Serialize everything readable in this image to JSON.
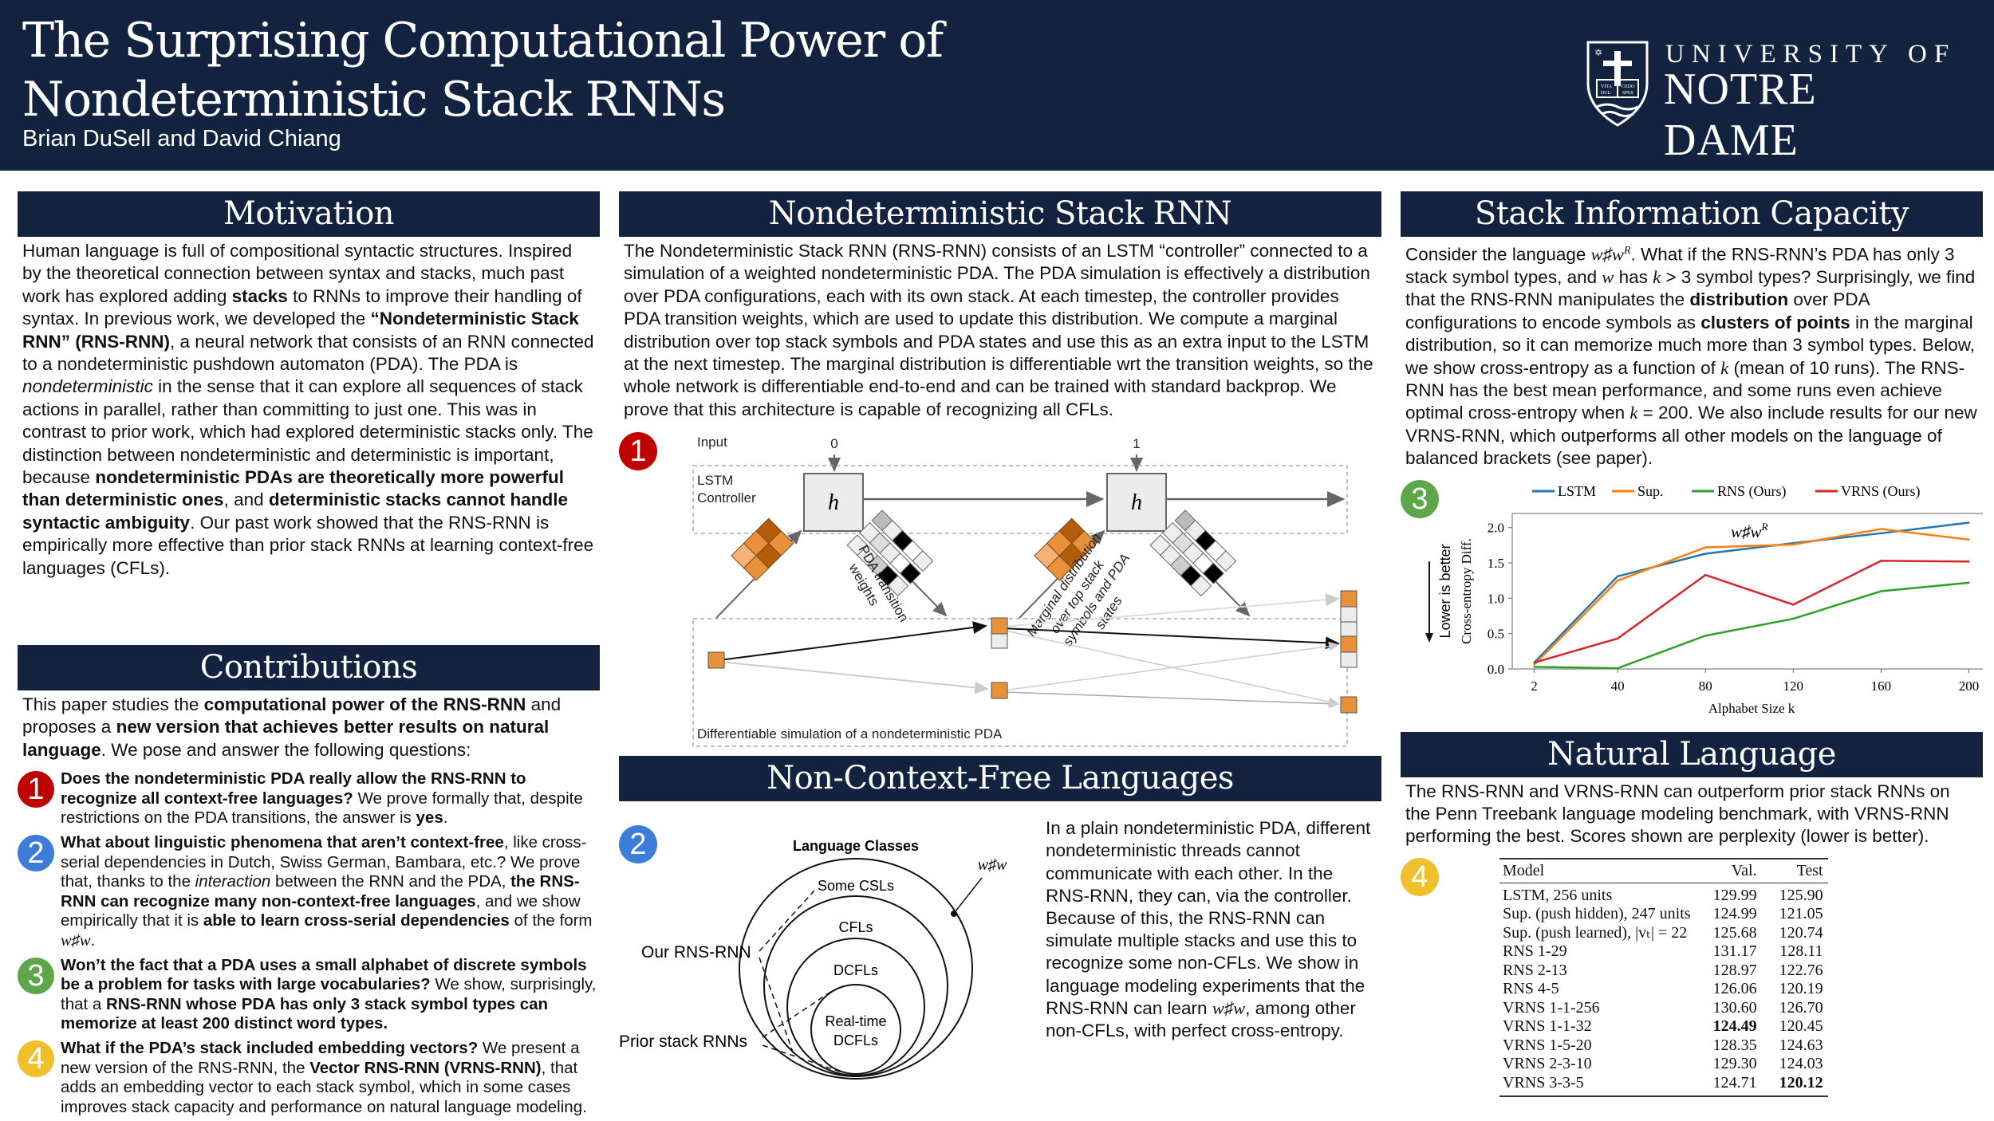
{
  "header": {
    "title_line1": "The Surprising Computational Power of",
    "title_line2": "Nondeterministic Stack RNNs",
    "authors": "Brian DuSell and David Chiang",
    "logo": {
      "line1": "UNIVERSITY OF",
      "line2": "NOTRE DAME",
      "book_left": "VITA DUL-",
      "book_right": "CEDO SPES"
    }
  },
  "colors": {
    "navy": "#13233f",
    "badge1": "#c00000",
    "badge2": "#3b7dd8",
    "badge3": "#5ea64a",
    "badge4": "#f0c02c",
    "orange": "#e8913a"
  },
  "motivation": {
    "heading": "Motivation",
    "p": [
      "Human language is full of compositional syntactic structures. Inspired by the theoretical connection between syntax and stacks, much past work has explored adding ",
      "stacks",
      " to RNNs to improve their handling of syntax. In previous work, we developed the ",
      "“Nondeterministic Stack RNN” (RNS-RNN)",
      ", a neural network that consists of an RNN connected to a nondeterministic pushdown automaton (PDA). The PDA is ",
      "nondeterministic",
      " in the sense that it can explore all sequences of stack actions in parallel, rather than committing to just one. This was in contrast to prior work, which had explored deterministic stacks only. The distinction between nondeterministic and deterministic is important, because ",
      "nondeterministic PDAs are theoretically more powerful than deterministic ones",
      ", and ",
      "deterministic stacks cannot handle syntactic ambiguity",
      ". Our past work showed that the RNS-RNN is empirically more effective than prior stack RNNs at learning context-free languages (CFLs)."
    ]
  },
  "contributions": {
    "heading": "Contributions",
    "intro": [
      "This paper studies the ",
      "computational power of the RNS-RNN",
      " and proposes a ",
      "new version that achieves better results on natural language",
      ". We pose and answer the following questions:"
    ],
    "items": [
      {
        "num": "1",
        "q": "Does the nondeterministic PDA really allow the RNS-RNN to recognize all context-free languages?",
        "a": " We prove formally that, despite restrictions on the PDA transitions, the answer is ",
        "a_bold": "yes",
        "a_end": "."
      },
      {
        "num": "2",
        "q": "What about linguistic phenomena that aren’t context-free",
        "a1": ", like cross-serial dependencies in Dutch, Swiss German, Bambara, etc.? We prove that, thanks to the ",
        "a_it": "interaction",
        "a2": " between the RNN and the PDA, ",
        "a_b1": "the RNS-RNN can recognize many non-context-free languages",
        "a3": ", and we show empirically that it is ",
        "a_b2": "able to learn cross-serial dependencies",
        "a4": " of the form ",
        "math": "w♯w",
        "a5": "."
      },
      {
        "num": "3",
        "q": "Won’t the fact that a PDA uses a small alphabet of discrete symbols be a problem for tasks with large vocabularies?",
        "a1": " We show, surprisingly, that a ",
        "a_b1": "RNS-RNN whose PDA has only 3 stack symbol types can memorize at least 200 distinct word types."
      },
      {
        "num": "4",
        "q": "What if the PDA’s stack included embedding vectors?",
        "a1": " We present a new version of the RNS-RNN, the ",
        "a_b1": "Vector RNS-RNN (VRNS-RNN)",
        "a2": ", that adds an embedding vector to each stack symbol, which in some cases improves stack capacity and performance on natural language modeling."
      }
    ]
  },
  "nsrnn": {
    "heading": "Nondeterministic Stack RNN",
    "text": "The Nondeterministic Stack RNN (RNS-RNN) consists of an LSTM “controller” connected to a simulation of a weighted nondeterministic PDA. The PDA simulation is effectively a distribution over PDA configurations, each with its own stack. At each timestep, the controller provides PDA transition weights, which are used to update this distribution. We compute a marginal distribution over top stack symbols and PDA states and use this as an extra input to the LSTM at the next timestep. The marginal distribution is differentiable wrt the transition weights, so the whole network is differentiable end-to-end and can be trained with standard backprop. We prove that this architecture is capable of recognizing all CFLs.",
    "figure": {
      "badge": "1",
      "input_label": "Input",
      "inputs": [
        "0",
        "1"
      ],
      "controller_label_1": "LSTM",
      "controller_label_2": "Controller",
      "hidden_symbol": "h",
      "pda_weights_label_1": "PDA transition",
      "pda_weights_label_2": "weights",
      "marginal_label_1": "Marginal distribution",
      "marginal_label_2": "over top stack",
      "marginal_label_3": "symbols and PDA",
      "marginal_label_4": "states",
      "sim_label": "Differentiable simulation of a nondeterministic PDA"
    }
  },
  "ncfl": {
    "heading": "Non-Context-Free Languages",
    "badge": "2",
    "diagram": {
      "title": "Language Classes",
      "classes": [
        "Some CSLs",
        "CFLs",
        "DCFLs",
        "Real-time",
        "DCFLs"
      ],
      "example": "w♯w",
      "our_label": "Our RNS-RNN",
      "prior_label": "Prior stack RNNs"
    },
    "text_parts": [
      "In a plain nondeterministic PDA, different nondeterministic threads cannot communicate with each other. In the RNS-RNN, they can, via the controller. Because of this, the RNS-RNN can simulate multiple stacks and use this to recognize some non-CFLs. We show in language modeling experiments that the RNS-RNN can learn ",
      "w♯w",
      ", among other non-CFLs, with perfect cross-entropy."
    ]
  },
  "capacity": {
    "heading": "Stack Information Capacity",
    "badge": "3",
    "text": {
      "t1": "Consider the language ",
      "m1": "w♯w",
      "sup1": "R",
      "t2": ". What if the RNS-RNN’s PDA has only 3 stack symbol types, and ",
      "m2": "w",
      "t3": " has ",
      "m3": "k",
      "t4": " > 3 symbol types? Surprisingly, we find that the RNS-RNN manipulates the ",
      "b1": "distribution",
      "t5": " over PDA configurations to encode symbols as ",
      "b2": "clusters of points",
      "t6": " in the marginal distribution, so it can memorize much more than 3 symbol types. Below, we show cross-entropy as a function of ",
      "m4": "k",
      "t7": " (mean of 10 runs). The RNS-RNN has the best mean performance, and some runs even achieve optimal cross-entropy when ",
      "m5": "k",
      "t8": " = 200. We also include results for our new VRNS-RNN, which outperforms all other models on the language of balanced brackets (see paper)."
    }
  },
  "chart_data": {
    "type": "line",
    "title": "w♯w^R",
    "xlabel": "Alphabet Size k",
    "ylabel": "Cross-entropy Diff.",
    "side_annotation": "Lower is better",
    "x": [
      2,
      40,
      80,
      120,
      160,
      200
    ],
    "xticks": [
      "2",
      "40",
      "80",
      "120",
      "160",
      "200"
    ],
    "yticks": [
      "0.0",
      "0.5",
      "1.0",
      "1.5",
      "2.0"
    ],
    "xlim": [
      -8,
      210
    ],
    "ylim": [
      0,
      2.2
    ],
    "legend_position": "top",
    "grid": false,
    "series": [
      {
        "name": "LSTM",
        "color": "#1f77b4",
        "values": [
          0.09,
          1.31,
          1.63,
          1.78,
          1.92,
          2.07
        ]
      },
      {
        "name": "Sup.",
        "color": "#ff7f0e",
        "values": [
          0.06,
          1.25,
          1.72,
          1.76,
          1.98,
          1.83
        ]
      },
      {
        "name": "RNS (Ours)",
        "color": "#2ca02c",
        "values": [
          0.03,
          0.01,
          0.47,
          0.71,
          1.1,
          1.22
        ]
      },
      {
        "name": "VRNS (Ours)",
        "color": "#d62728",
        "values": [
          0.09,
          0.43,
          1.33,
          0.91,
          1.53,
          1.52
        ]
      }
    ]
  },
  "natural": {
    "heading": "Natural Language",
    "badge": "4",
    "text": "The RNS-RNN and VRNS-RNN can outperform prior stack RNNs on the Penn Treebank language modeling benchmark, with VRNS-RNN performing the best. Scores shown are perplexity (lower is better).",
    "table": {
      "columns": [
        "Model",
        "Val.",
        "Test"
      ],
      "rows": [
        {
          "model": "LSTM, 256 units",
          "val": "129.99",
          "test": "125.90"
        },
        {
          "model": "Sup. (push hidden), 247 units",
          "val": "124.99",
          "test": "121.05"
        },
        {
          "model": "Sup. (push learned), |vₜ| = 22",
          "val": "125.68",
          "test": "120.74"
        },
        {
          "model": "RNS 1-29",
          "val": "131.17",
          "test": "128.11"
        },
        {
          "model": "RNS 2-13",
          "val": "128.97",
          "test": "122.76"
        },
        {
          "model": "RNS 4-5",
          "val": "126.06",
          "test": "120.19"
        },
        {
          "model": "VRNS 1-1-256",
          "val": "130.60",
          "test": "126.70"
        },
        {
          "model": "VRNS 1-1-32",
          "val": "124.49",
          "test": "120.45",
          "bold_val": true
        },
        {
          "model": "VRNS 1-5-20",
          "val": "128.35",
          "test": "124.63"
        },
        {
          "model": "VRNS 2-3-10",
          "val": "129.30",
          "test": "124.03"
        },
        {
          "model": "VRNS 3-3-5",
          "val": "124.71",
          "test": "120.12",
          "bold_test": true
        }
      ]
    }
  }
}
